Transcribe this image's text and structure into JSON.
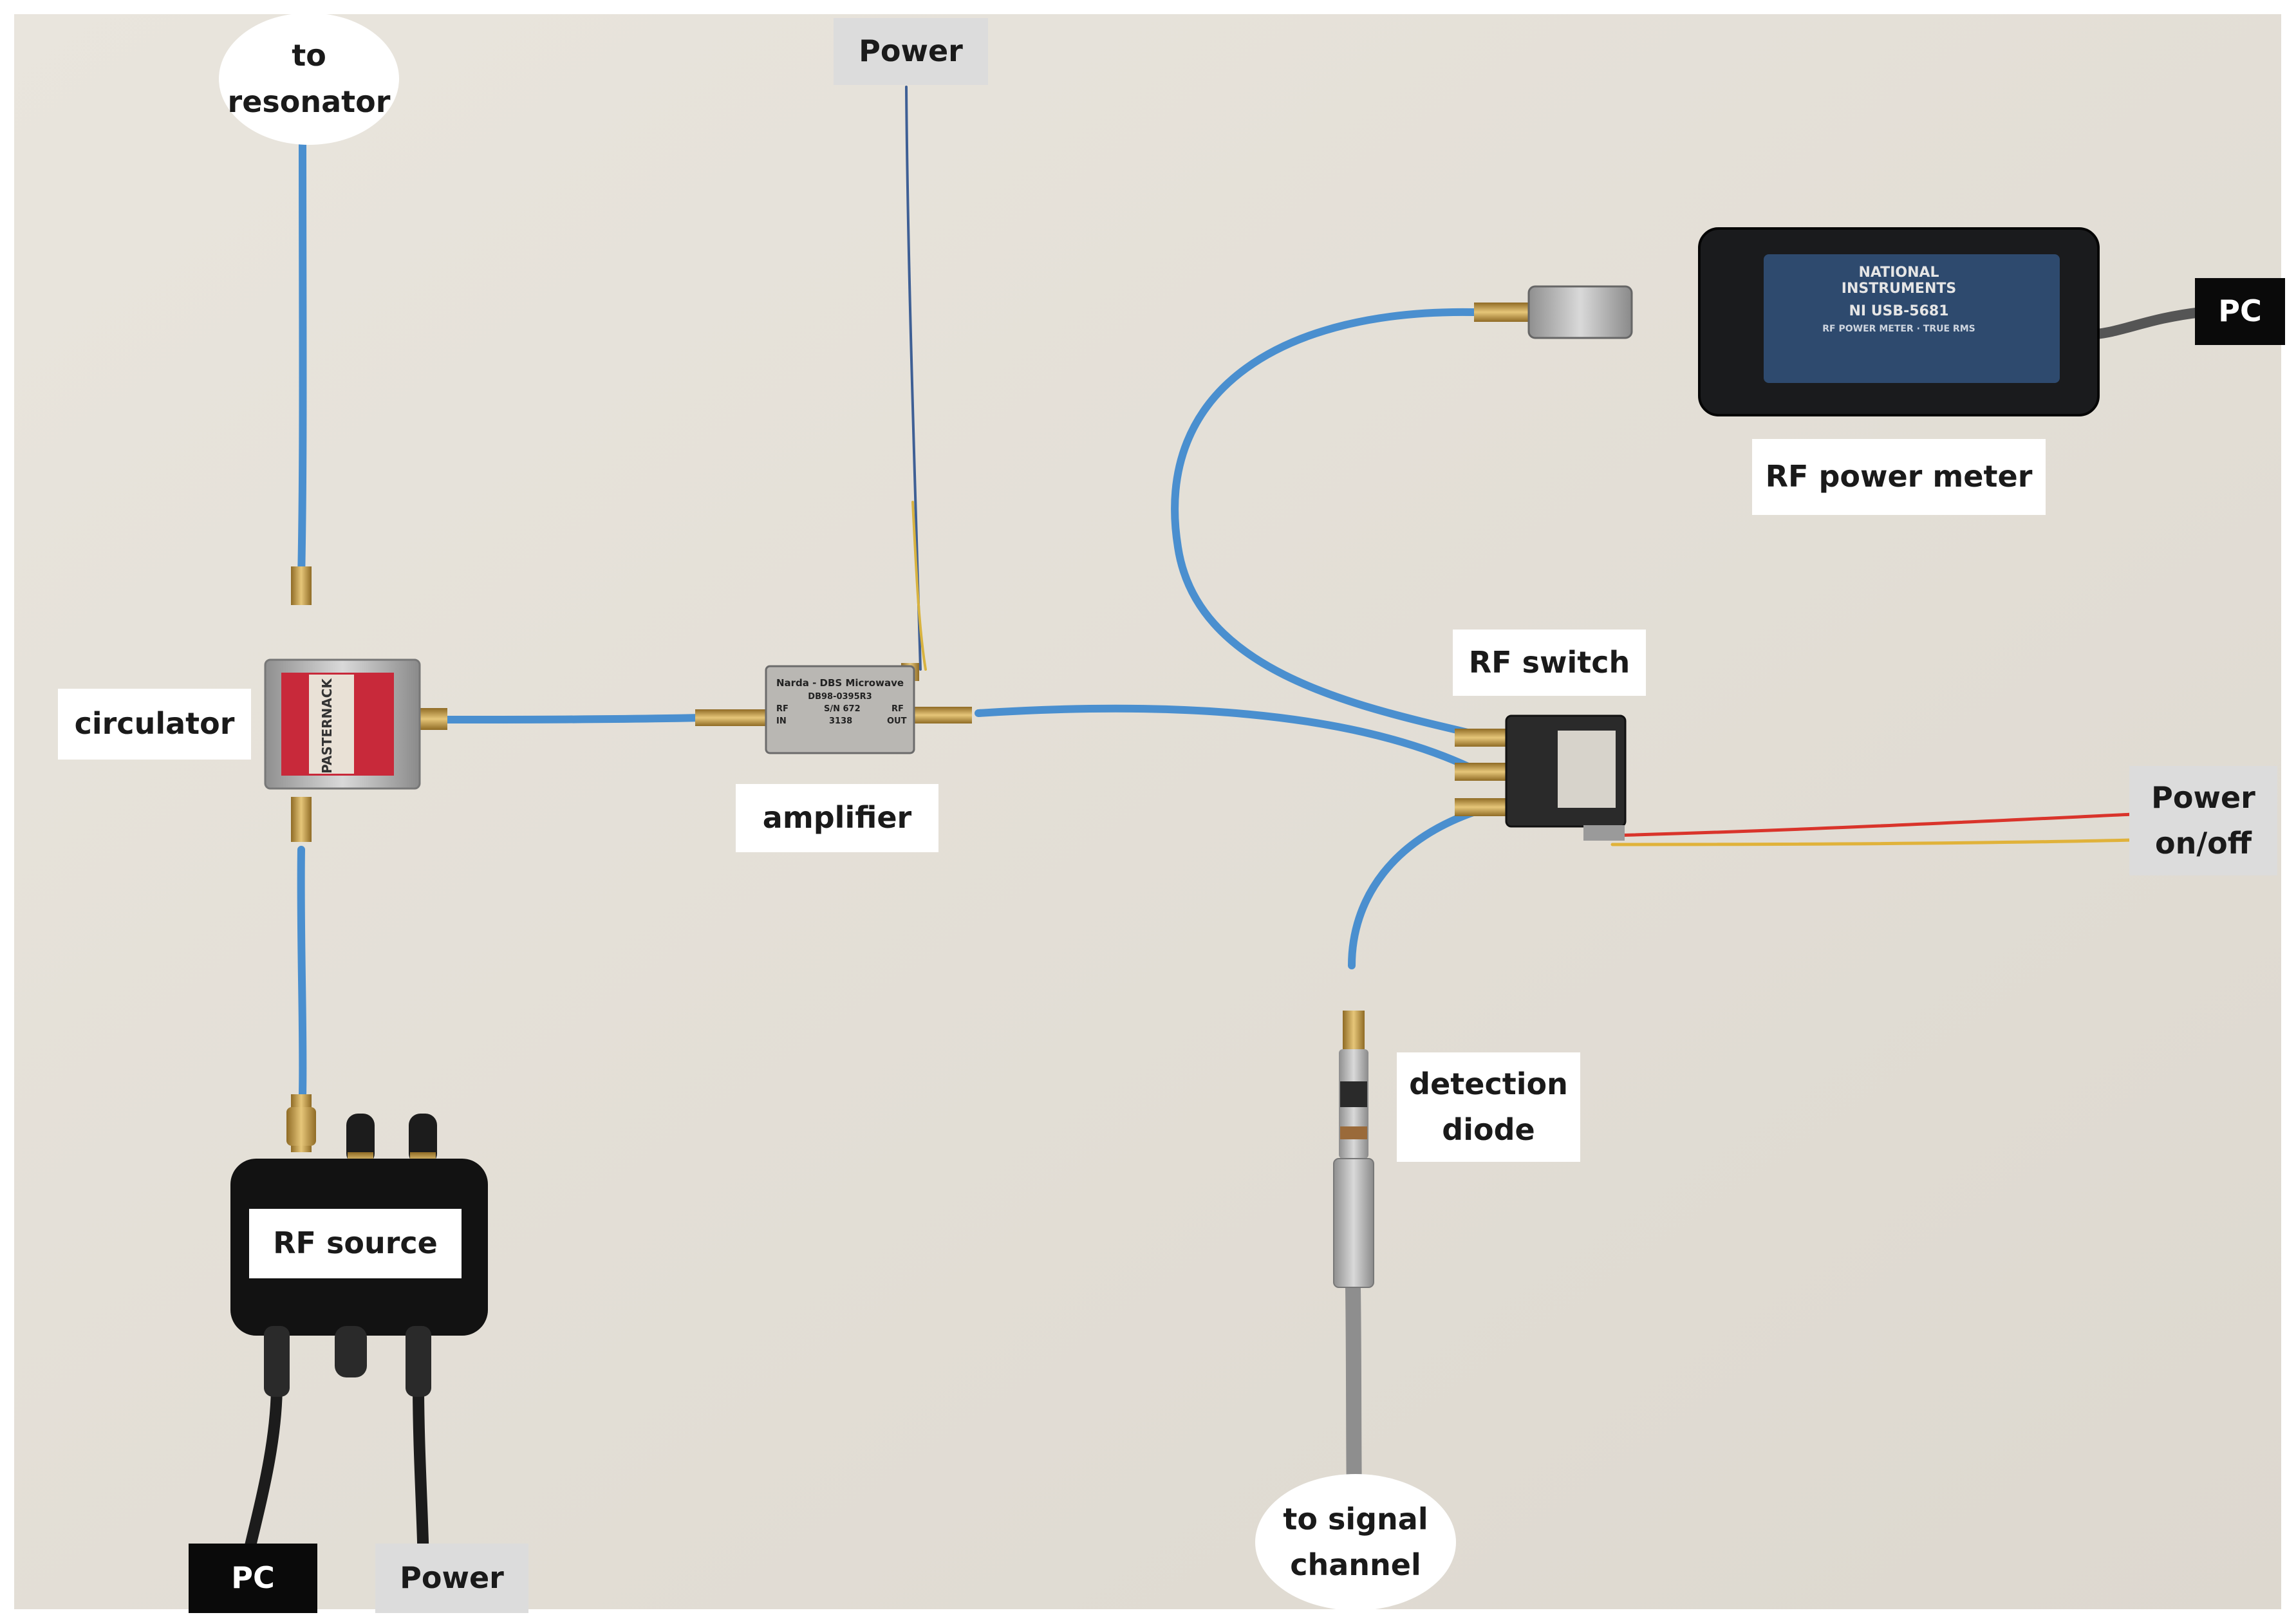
{
  "labels": {
    "to_resonator": [
      "to",
      "resonator"
    ],
    "power_top": "Power",
    "pc_right": "PC",
    "rf_power_meter": "RF power meter",
    "circulator": "circulator",
    "amplifier": "amplifier",
    "rf_switch": "RF switch",
    "power_onoff": [
      "Power",
      "on/off"
    ],
    "detection_diode": [
      "detection",
      "diode"
    ],
    "rf_source": "RF source",
    "pc_bottom": "PC",
    "power_bottom": "Power",
    "to_signal_channel": [
      "to signal",
      "channel"
    ]
  },
  "device_markings": {
    "meter_brand": [
      "NATIONAL",
      "INSTRUMENTS"
    ],
    "meter_model": "NI USB-5681",
    "meter_desc": "RF POWER METER · TRUE RMS",
    "amplifier_maker": "Narda - DBS Microwave",
    "amplifier_model": "DB98-0395R3",
    "amplifier_rf": "RF",
    "amplifier_in": "IN",
    "amplifier_sn": "S/N 672",
    "amplifier_num": "3138",
    "amplifier_rf2": "RF",
    "amplifier_out": "OUT",
    "circulator_brand": "PASTERNACK"
  },
  "colors": {
    "background": "#e6e2da",
    "cable_blue": "#4a8fcf",
    "cable_grey": "#8e8e8e",
    "cable_black": "#1c1c1c",
    "wire_red": "#d9342b",
    "wire_yellow": "#e0b23a",
    "circulator_red": "#c8293a",
    "connector_gold": "#c9a14a"
  }
}
